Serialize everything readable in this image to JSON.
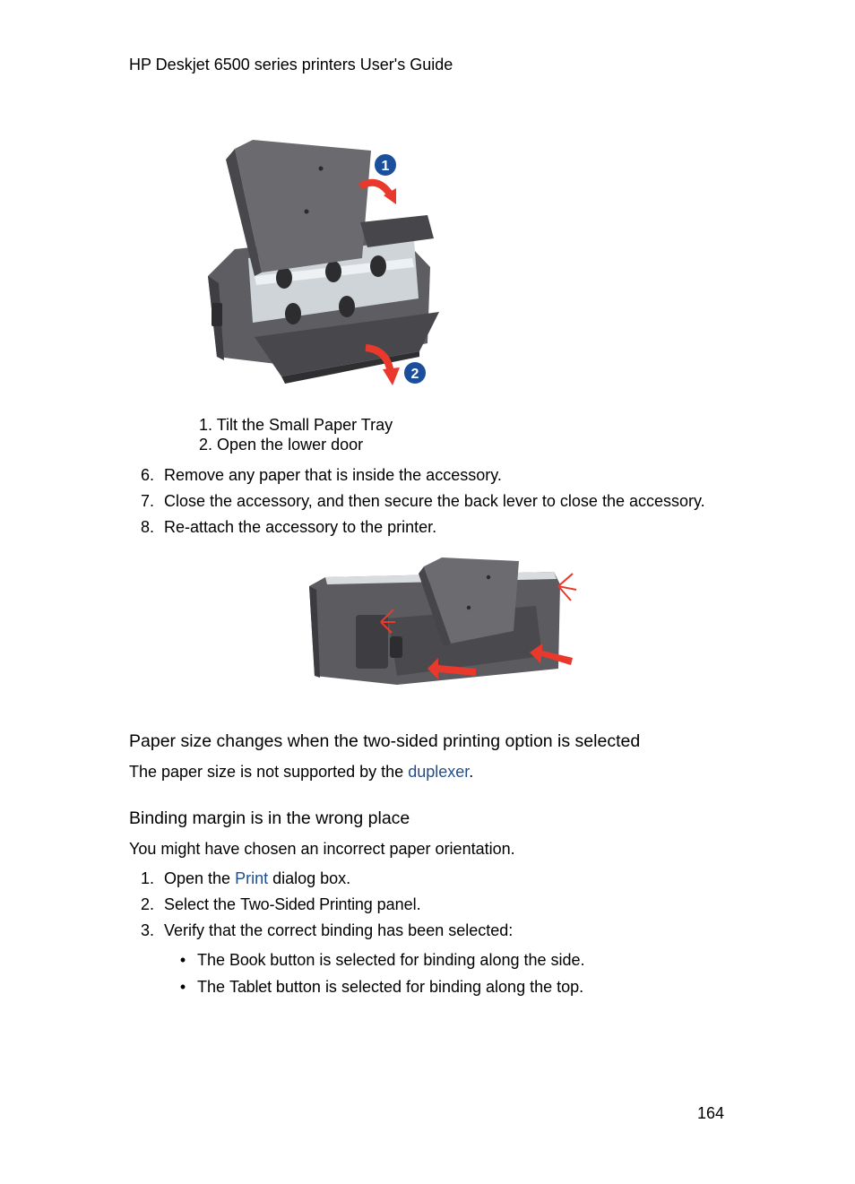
{
  "header": {
    "title": "HP Deskjet 6500 series printers User's Guide"
  },
  "figure1": {
    "callout_1": "1",
    "callout_2": "2",
    "captions": [
      "1. Tilt the Small Paper Tray",
      "2. Open the lower door"
    ]
  },
  "steps_top": [
    {
      "num": "6.",
      "text": "Remove any paper that is inside the accessory."
    },
    {
      "num": "7.",
      "text": "Close the accessory, and then secure the back lever to close the accessory."
    },
    {
      "num": "8.",
      "text": "Re-attach the accessory to the printer."
    }
  ],
  "section1": {
    "heading": "Paper size changes when the two-sided printing option is selected",
    "body_prefix": "The paper size is not supported by the ",
    "body_link": "duplexer",
    "body_suffix": "."
  },
  "section2": {
    "heading": "Binding margin is in the wrong place",
    "intro": "You might have chosen an incorrect paper orientation.",
    "steps": [
      {
        "num": "1.",
        "pre": "Open the ",
        "link": "Print",
        "post": " dialog box."
      },
      {
        "num": "2.",
        "pre": "Select the ",
        "term": "Two-Sided Printing",
        "post": " panel."
      },
      {
        "num": "3.",
        "text": "Verify that the correct binding has been selected:"
      }
    ],
    "bullets": [
      {
        "pre": "The ",
        "term": "Book",
        "post": " button is selected for binding along the side."
      },
      {
        "pre": "The ",
        "term": "Tablet",
        "post": " button is selected for binding along the top."
      }
    ],
    "bullet_glyph": "•"
  },
  "footer": {
    "page_number": "164"
  },
  "colors": {
    "link": "#1f4e8c",
    "callout": "#1b4f9c",
    "arrow": "#e8392c"
  }
}
